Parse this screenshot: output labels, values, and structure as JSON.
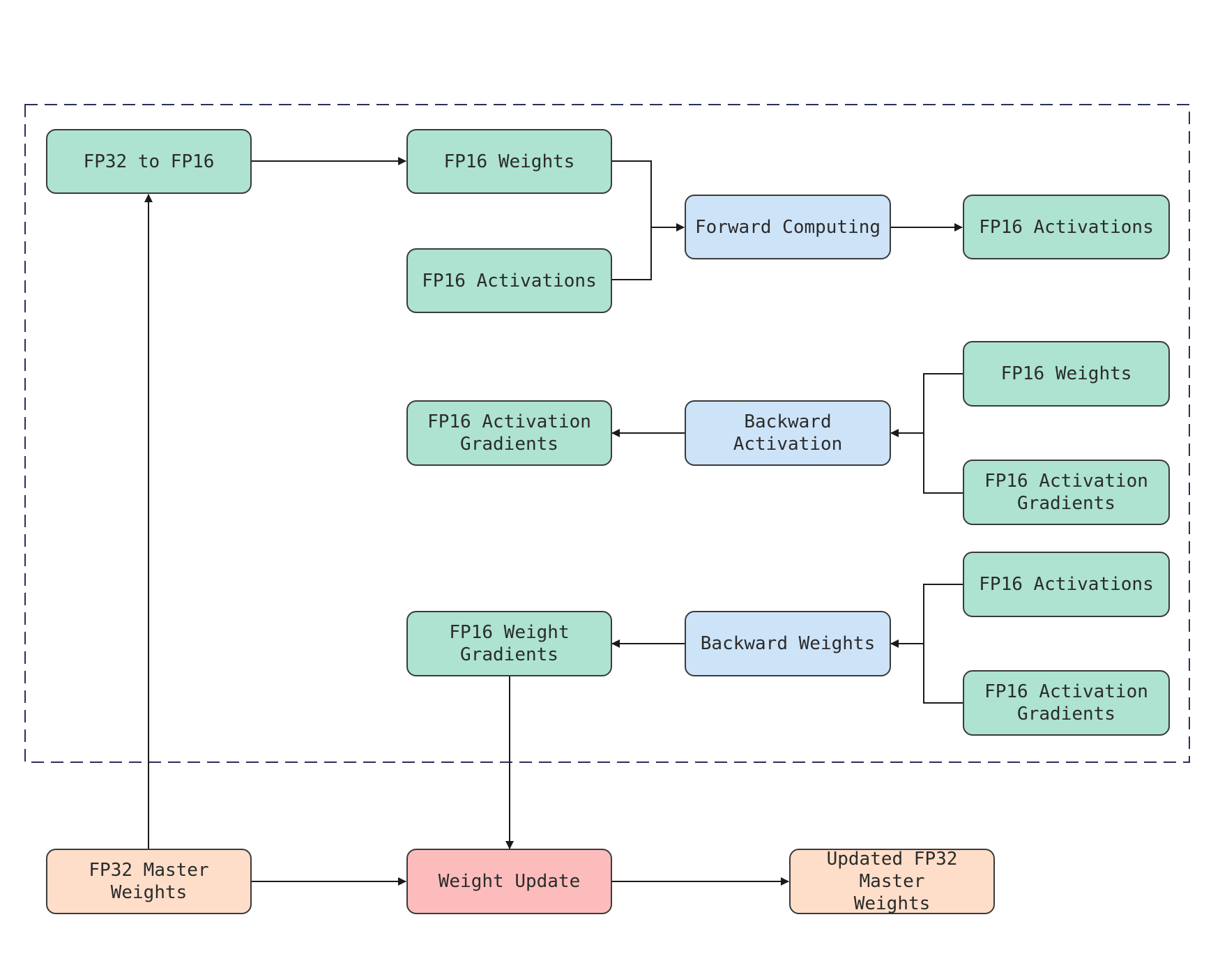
{
  "colors": {
    "fp16_node": "#ade3d0",
    "compute_node": "#cde3f8",
    "fp32_node": "#fedec9",
    "update_node": "#fdbcbc",
    "border": "#3a3a3a",
    "frame_dashes": "#2a2f5a",
    "edge": "#1a1a1a"
  },
  "nodes": {
    "fp32_to_fp16": "FP32 to FP16",
    "fp16_weights_top": "FP16 Weights",
    "fp16_activations_left": "FP16 Activations",
    "forward_computing": "Forward Computing",
    "fp16_activations_out": "FP16 Activations",
    "fp16_weights_right": "FP16 Weights",
    "fp16_act_grad_out": "FP16 Activation\nGradients",
    "backward_activation": "Backward Activation",
    "fp16_act_grad_in_1": "FP16 Activation\nGradients",
    "fp16_activations_right": "FP16 Activations",
    "fp16_weight_grad": "FP16 Weight\nGradients",
    "backward_weights": "Backward Weights",
    "fp16_act_grad_in_2": "FP16 Activation\nGradients",
    "fp32_master_weights": "FP32 Master Weights",
    "weight_update": "Weight Update",
    "updated_fp32_master": "Updated FP32 Master\nWeights"
  }
}
